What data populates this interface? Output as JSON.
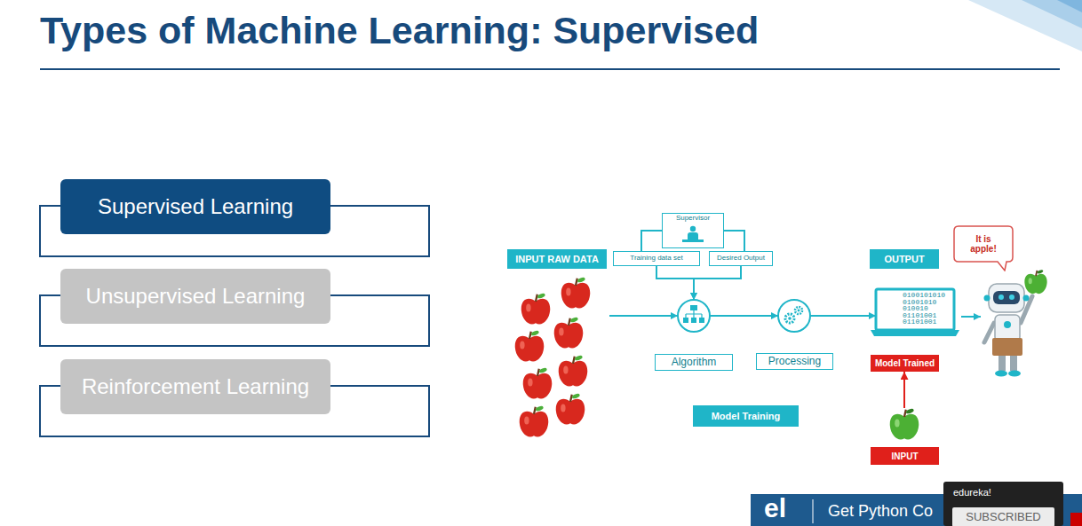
{
  "diagram": {
    "title": "Types of Machine Learning: Supervised",
    "nodes": [
      {
        "text": [
          "Supervised Learning"
        ]
      },
      {
        "text": [
          "Unsupervised Learning"
        ]
      },
      {
        "text": [
          "Reinforcement Learning"
        ]
      },
      {
        "text": [
          "INPUT RAW DATA"
        ]
      },
      {
        "text": [
          "Supervisor"
        ]
      },
      {
        "text": [
          "Training data set"
        ]
      },
      {
        "text": [
          "Desired Output"
        ]
      },
      {
        "text": [
          "Algorithm"
        ]
      },
      {
        "text": [
          "Processing"
        ]
      },
      {
        "text": [
          "OUTPUT"
        ]
      },
      {
        "text": [
          "It is apple!"
        ]
      },
      {
        "text": [
          "Model Trained"
        ]
      },
      {
        "text": [
          "Model Training"
        ]
      },
      {
        "text": [
          "INPUT"
        ]
      }
    ],
    "edges": [
      {
        "from": 3,
        "to": 7,
        "arrow": "to"
      },
      {
        "from": 4,
        "to": 5,
        "arrow": "none"
      },
      {
        "from": 4,
        "to": 6,
        "arrow": "none"
      },
      {
        "from": 5,
        "to": 7,
        "arrow": "to"
      },
      {
        "from": 6,
        "to": 7,
        "arrow": "to"
      },
      {
        "from": 7,
        "to": 8,
        "arrow": "to"
      },
      {
        "from": 8,
        "to": 9,
        "arrow": "to"
      },
      {
        "from": 13,
        "to": 11,
        "arrow": "to"
      }
    ],
    "labels": [
      "0100101010 01001010 010010 01101001 01101001",
      "edureka!",
      "SUBSCRIBED",
      "el",
      "Get Python Co"
    ]
  }
}
